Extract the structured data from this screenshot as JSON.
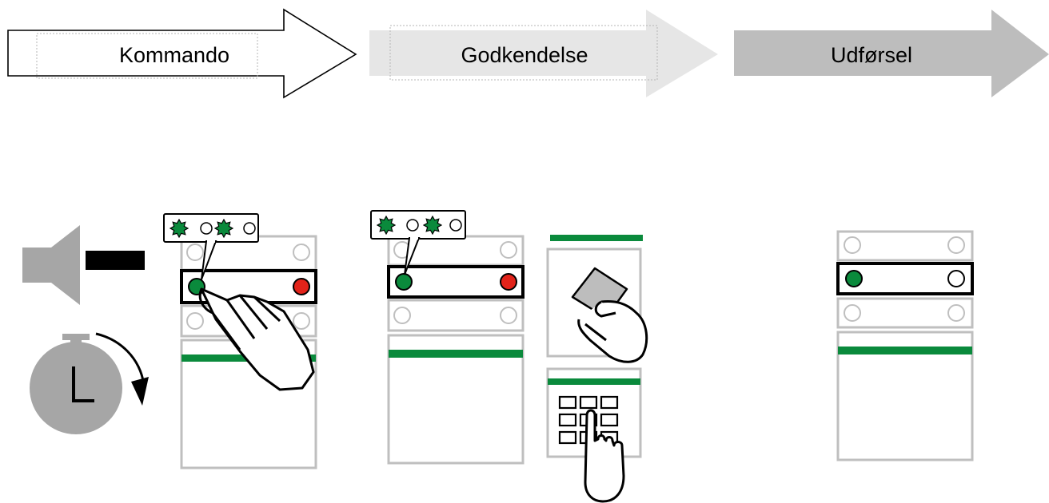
{
  "steps": [
    {
      "label": "Kommando",
      "style": "outline"
    },
    {
      "label": "Godkendelse",
      "style": "light"
    },
    {
      "label": "Udførsel",
      "style": "medium"
    }
  ],
  "colors": {
    "led_green": "#0a8a3c",
    "led_red": "#e2231a",
    "indicator_green": "#0a8a3c",
    "panel_gray": "#bfbfbf",
    "arrow_light": "#e6e6e6",
    "arrow_medium": "#bdbdbd",
    "icon_gray": "#a6a6a6"
  },
  "stages": {
    "command": {
      "icons": [
        "speaker-icon",
        "stopwatch-icon",
        "hand-press-icon"
      ],
      "callout_pattern": "flash-off-flash-off"
    },
    "approval": {
      "icons": [
        "card-reader-icon",
        "keypad-icon"
      ],
      "callout_pattern": "flash-off-flash-off"
    },
    "execution": {
      "active_segment_led": "green-on"
    }
  }
}
